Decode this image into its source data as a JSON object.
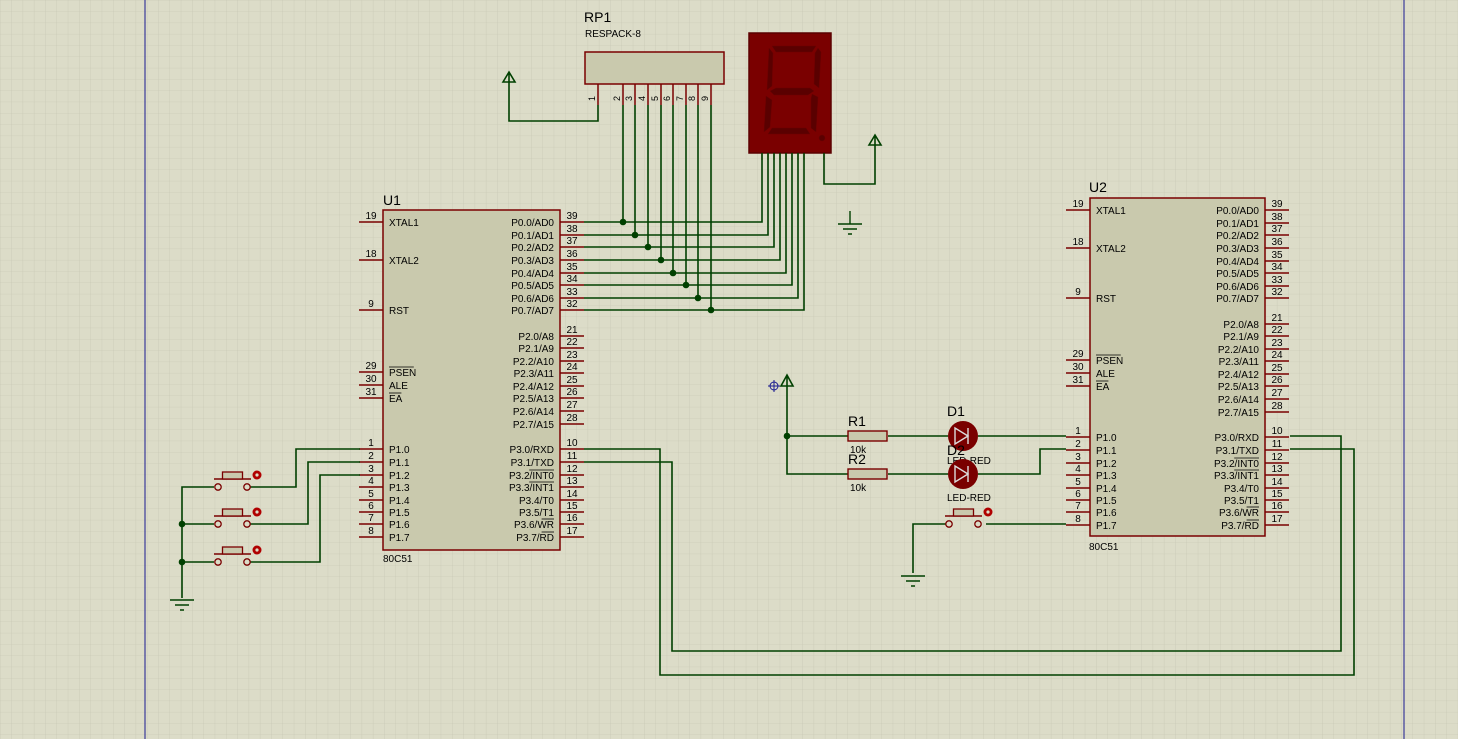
{
  "u1": {
    "ref": "U1",
    "part": "80C51",
    "left_pins": [
      {
        "num": "19",
        "name": "XTAL1"
      },
      {
        "num": "18",
        "name": "XTAL2"
      },
      {
        "num": "9",
        "name": "RST"
      },
      {
        "num": "29",
        "name": "PSEN"
      },
      {
        "num": "30",
        "name": "ALE"
      },
      {
        "num": "31",
        "name": "EA"
      },
      {
        "num": "1",
        "name": "P1.0"
      },
      {
        "num": "2",
        "name": "P1.1"
      },
      {
        "num": "3",
        "name": "P1.2"
      },
      {
        "num": "4",
        "name": "P1.3"
      },
      {
        "num": "5",
        "name": "P1.4"
      },
      {
        "num": "6",
        "name": "P1.5"
      },
      {
        "num": "7",
        "name": "P1.6"
      },
      {
        "num": "8",
        "name": "P1.7"
      }
    ],
    "right_pins": [
      {
        "num": "39",
        "name": "P0.0/AD0"
      },
      {
        "num": "38",
        "name": "P0.1/AD1"
      },
      {
        "num": "37",
        "name": "P0.2/AD2"
      },
      {
        "num": "36",
        "name": "P0.3/AD3"
      },
      {
        "num": "35",
        "name": "P0.4/AD4"
      },
      {
        "num": "34",
        "name": "P0.5/AD5"
      },
      {
        "num": "33",
        "name": "P0.6/AD6"
      },
      {
        "num": "32",
        "name": "P0.7/AD7"
      },
      {
        "num": "21",
        "name": "P2.0/A8"
      },
      {
        "num": "22",
        "name": "P2.1/A9"
      },
      {
        "num": "23",
        "name": "P2.2/A10"
      },
      {
        "num": "24",
        "name": "P2.3/A11"
      },
      {
        "num": "25",
        "name": "P2.4/A12"
      },
      {
        "num": "26",
        "name": "P2.5/A13"
      },
      {
        "num": "27",
        "name": "P2.6/A14"
      },
      {
        "num": "28",
        "name": "P2.7/A15"
      },
      {
        "num": "10",
        "name": "P3.0/RXD"
      },
      {
        "num": "11",
        "name": "P3.1/TXD"
      },
      {
        "num": "12",
        "name": "P3.2/INT0"
      },
      {
        "num": "13",
        "name": "P3.3/INT1"
      },
      {
        "num": "14",
        "name": "P3.4/T0"
      },
      {
        "num": "15",
        "name": "P3.5/T1"
      },
      {
        "num": "16",
        "name": "P3.6/WR"
      },
      {
        "num": "17",
        "name": "P3.7/RD"
      }
    ]
  },
  "u2": {
    "ref": "U2",
    "part": "80C51"
  },
  "rp1": {
    "ref": "RP1",
    "part": "RESPACK-8",
    "pins": [
      "1",
      "2",
      "3",
      "4",
      "5",
      "6",
      "7",
      "8",
      "9"
    ]
  },
  "r1": {
    "ref": "R1",
    "value": "10k"
  },
  "r2": {
    "ref": "R2",
    "value": "10k"
  },
  "d1": {
    "ref": "D1",
    "part": "LED-RED"
  },
  "d2": {
    "ref": "D2",
    "part": "LED-RED"
  },
  "colors": {
    "background": "#dcdcc8",
    "grid": "#c4c4b0",
    "grid_major": "#b5b5a0",
    "component_body": "#c9c9ad",
    "component_outline": "#7a0000",
    "pin": "#7a0000",
    "wire": "#004000",
    "junction": "#004000",
    "led_display": "#7a0000",
    "led_segment": "#5a0000",
    "sheet_border": "#1a1a90"
  },
  "icons": [
    "power-terminal-icon",
    "ground-icon",
    "push-button-icon",
    "led-icon",
    "resistor-icon",
    "seven-segment-display-icon",
    "origin-marker-icon"
  ]
}
